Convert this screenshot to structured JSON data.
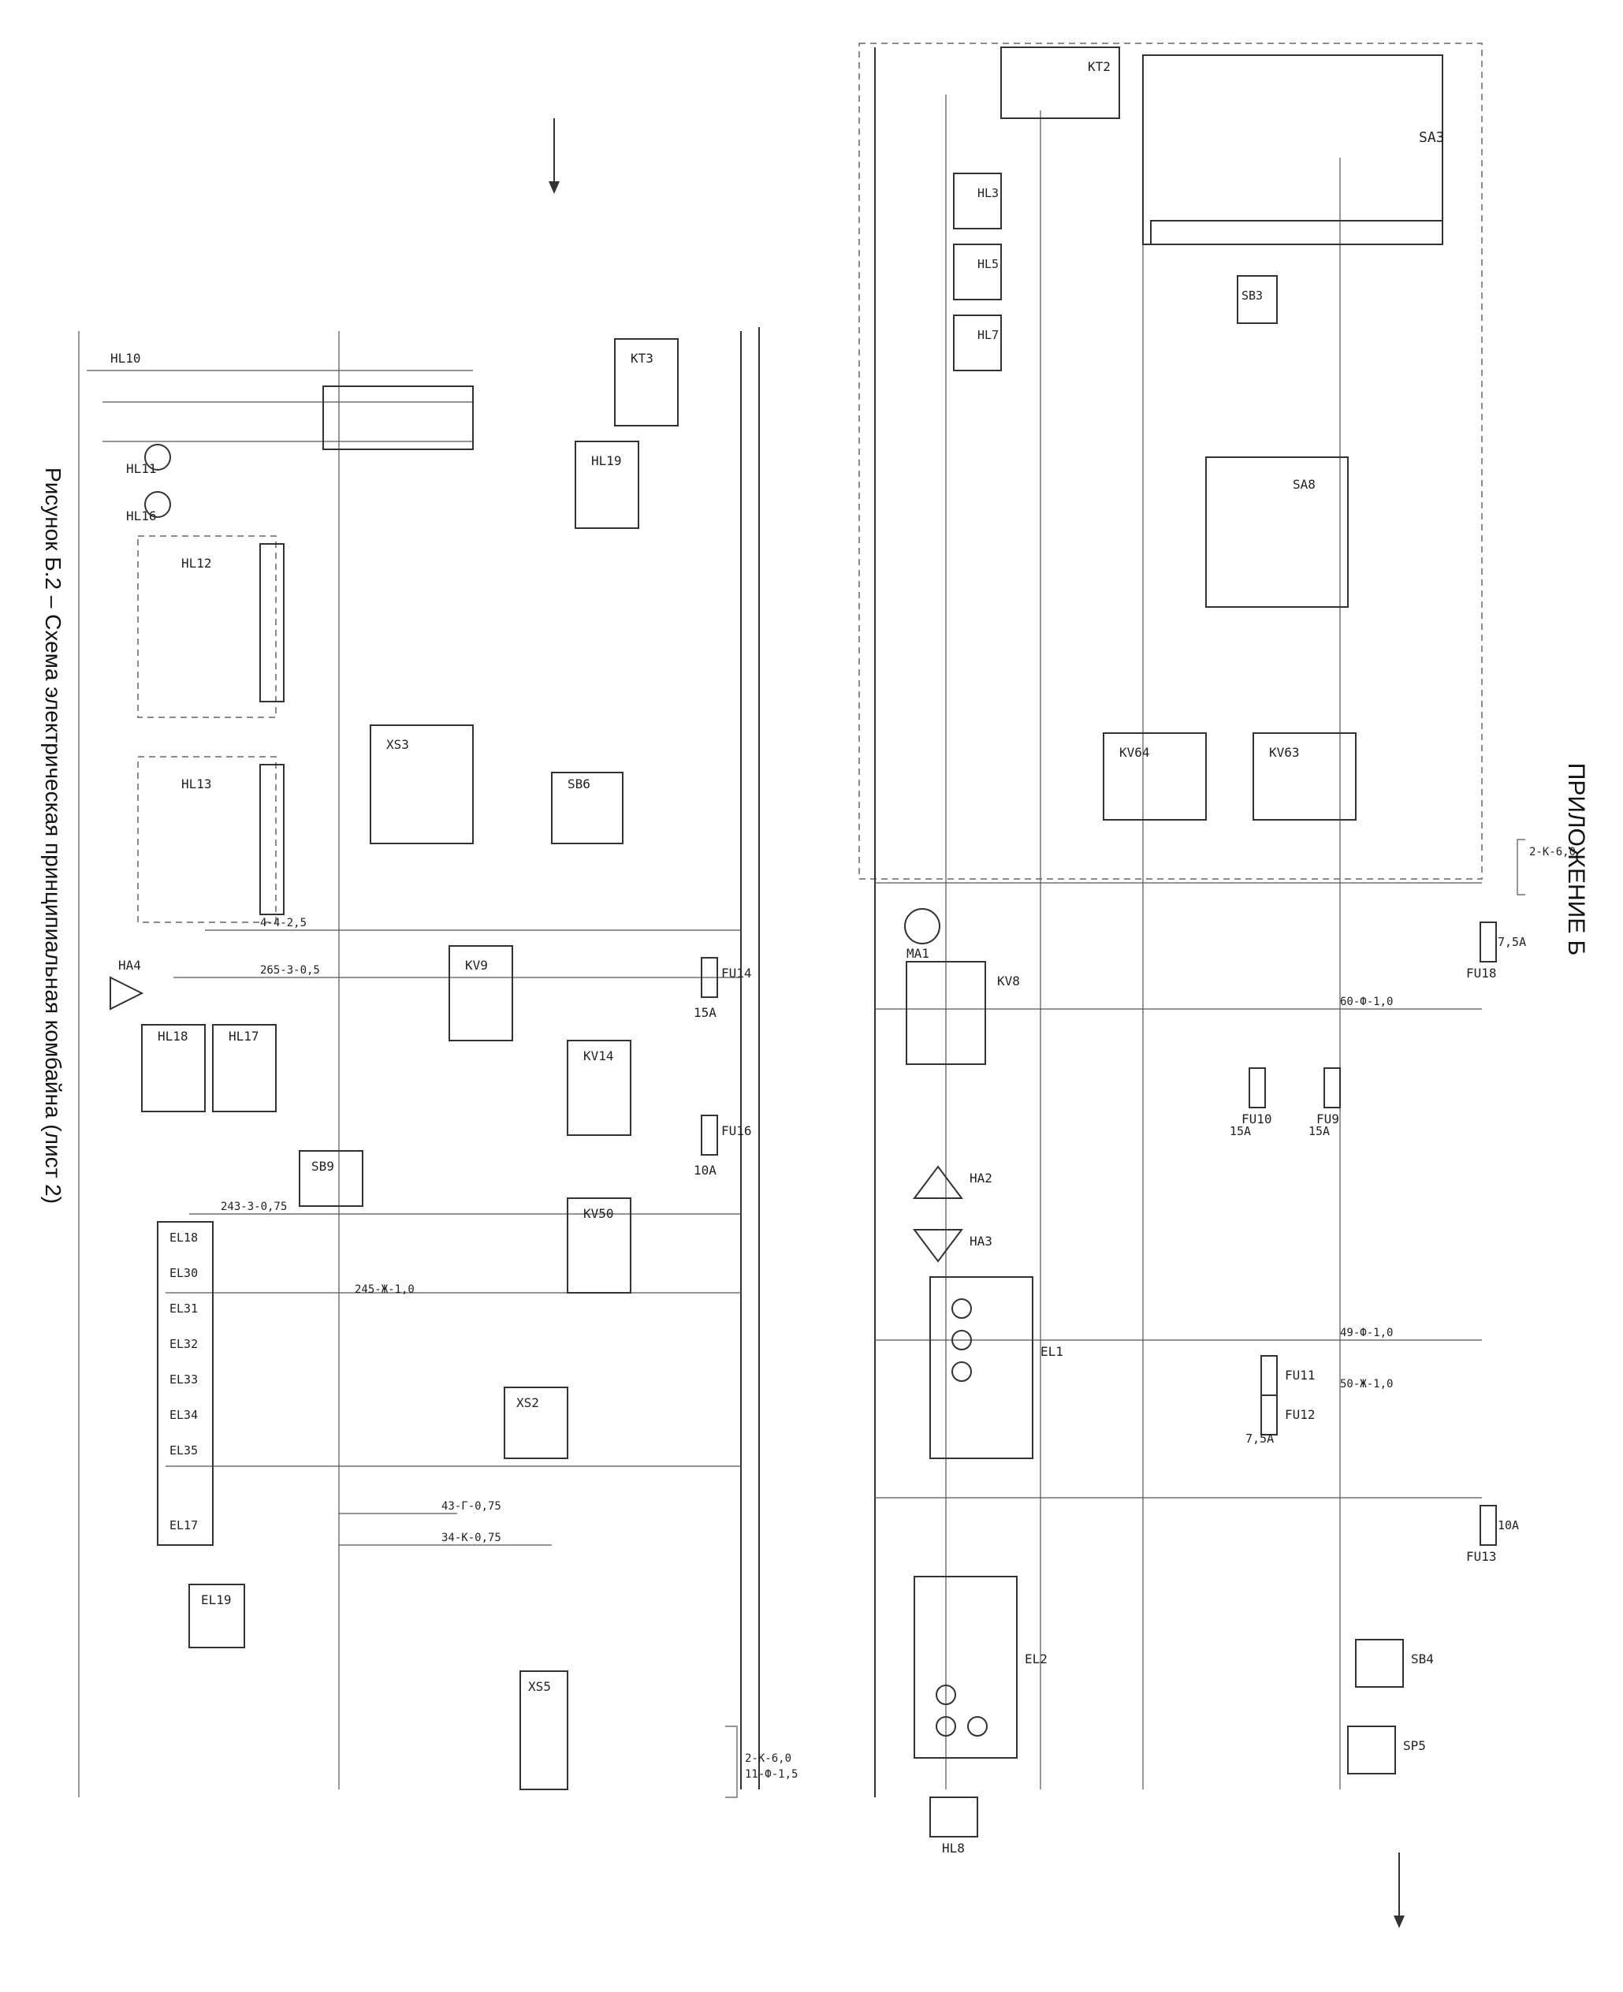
{
  "page": {
    "appendix_title": "ПРИЛОЖЕНИЕ Б",
    "figure_caption": "Рисунок Б.2 – Схема электрическая принципиальная комбайна (лист 2)"
  },
  "diagram": {
    "left_sheet_refs": [
      "HL10",
      "HL11",
      "HL16",
      "HL12",
      "HL13",
      "XS3",
      "KT3",
      "HL19",
      "SB6",
      "KV9",
      "FU14",
      "HA4",
      "HL18",
      "HL17",
      "KV14",
      "KV50",
      "SB9",
      "EL18",
      "EL30",
      "EL31",
      "EL32",
      "EL33",
      "EL34",
      "EL35",
      "EL17",
      "XS2",
      "FU16",
      "EL19",
      "XS3",
      "XS5"
    ],
    "right_sheet_refs": [
      "KT2",
      "SA3",
      "HL3",
      "HL5",
      "HL7",
      "SB3",
      "SA8",
      "KV63",
      "KV64",
      "FU18",
      "MA1",
      "KV8",
      "FU10",
      "FU9",
      "HA2",
      "HA3",
      "EL1",
      "FU11",
      "FU12",
      "FU13",
      "EL2",
      "SB4",
      "SP5",
      "HL8"
    ],
    "fuse_ratings": [
      "15A",
      "10A",
      "7,5A",
      "15A",
      "15A",
      "7,5A",
      "10A"
    ],
    "wire_labels": [
      "4-4-2,5",
      "265-3-0,5",
      "245-Ж-1,0",
      "243-3-0,75",
      "43-Г-0,75",
      "34-К-0,75",
      "60-Ф-1,0",
      "49-Ф-1,0",
      "50-Ж-1,0",
      "2-К-6,0",
      "11-Ф-1,5",
      "2-К-6,0"
    ]
  }
}
